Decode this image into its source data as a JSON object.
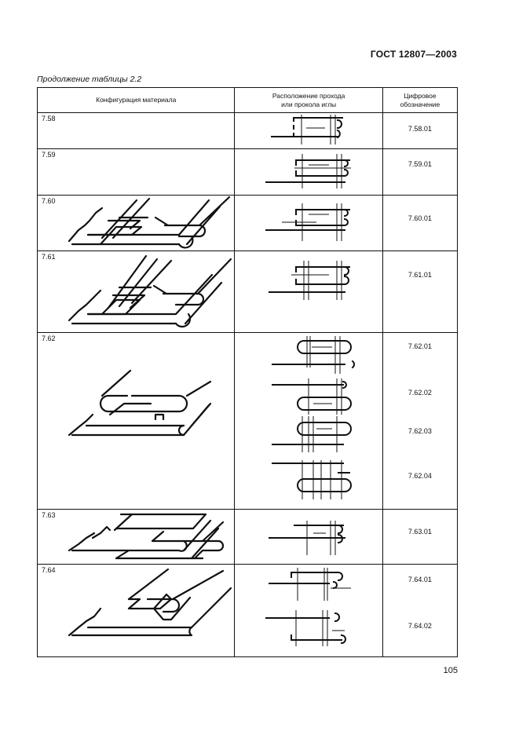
{
  "header": {
    "standard": "ГОСТ 12807—2003"
  },
  "caption": "Продолжение таблицы 2.2",
  "table": {
    "columns": [
      "Конфигурация материала",
      "Расположение прохода или прокола иглы",
      "Цифровое обозначение"
    ],
    "col2_line1": "Расположение прохода",
    "col2_line2": "или прокола иглы",
    "col3_line1": "Цифровое",
    "col3_line2": "обозначение",
    "rows": [
      {
        "num": "7.58",
        "codes": [
          "7.58.01"
        ]
      },
      {
        "num": "7.59",
        "codes": [
          "7.59.01"
        ]
      },
      {
        "num": "7.60",
        "codes": [
          "7.60.01"
        ]
      },
      {
        "num": "7.61",
        "codes": [
          "7.61.01"
        ]
      },
      {
        "num": "7.62",
        "codes": [
          "7.62.01",
          "7.62.02",
          "7.62.03",
          "7.62.04"
        ]
      },
      {
        "num": "7.63",
        "codes": [
          "7.63.01"
        ]
      },
      {
        "num": "7.64",
        "codes": [
          "7.64.01",
          "7.64.02"
        ]
      }
    ]
  },
  "page_number": "105"
}
